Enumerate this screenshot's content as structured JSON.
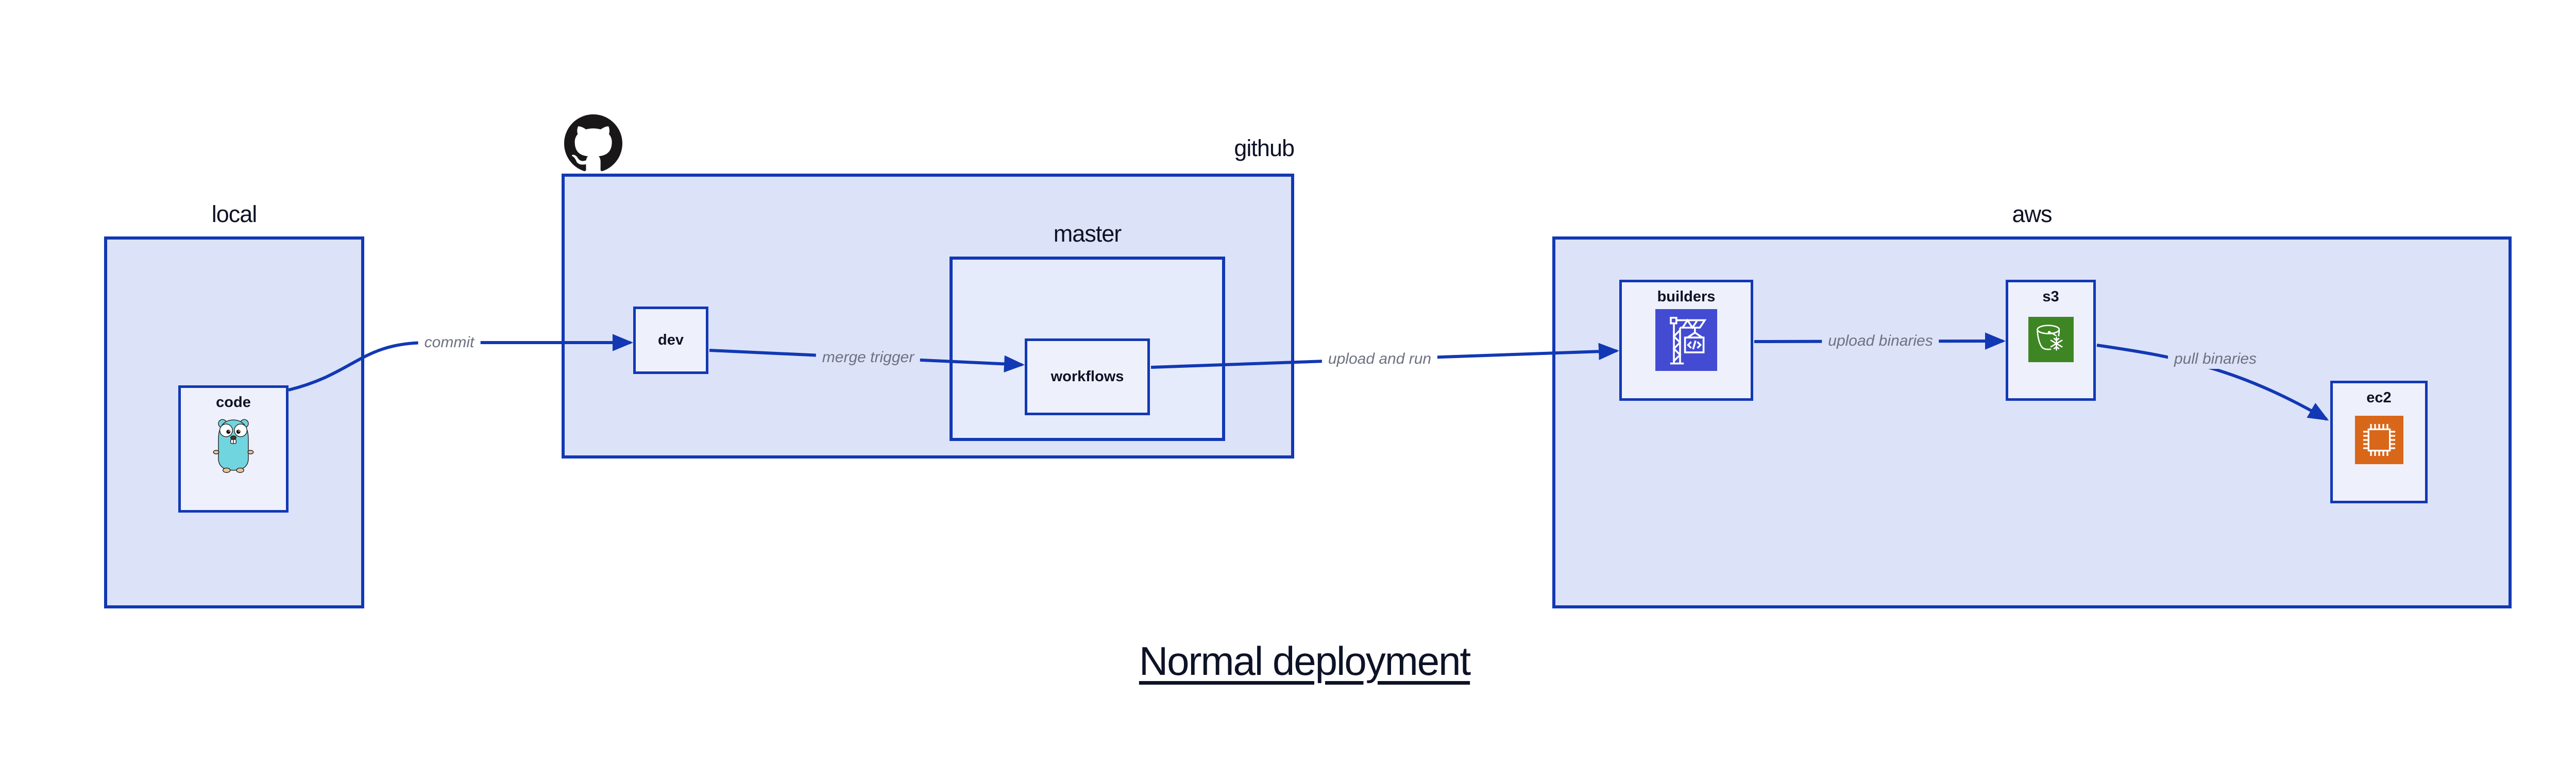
{
  "diagram": {
    "title": "Normal deployment"
  },
  "containers": {
    "local": {
      "label": "local"
    },
    "github": {
      "label": "github"
    },
    "master": {
      "label": "master"
    },
    "aws": {
      "label": "aws"
    }
  },
  "nodes": {
    "code": {
      "label": "code",
      "icon": "go-gopher-icon"
    },
    "dev": {
      "label": "dev"
    },
    "workflows": {
      "label": "workflows"
    },
    "builders": {
      "label": "builders",
      "icon": "aws-codebuild-icon"
    },
    "s3": {
      "label": "s3",
      "icon": "aws-s3-glacier-bucket-icon"
    },
    "ec2": {
      "label": "ec2",
      "icon": "aws-ec2-chip-icon"
    }
  },
  "edges": [
    {
      "from": "code",
      "to": "dev",
      "label": "commit"
    },
    {
      "from": "dev",
      "to": "workflows",
      "label": "merge trigger"
    },
    {
      "from": "workflows",
      "to": "builders",
      "label": "upload and run"
    },
    {
      "from": "builders",
      "to": "s3",
      "label": "upload binaries"
    },
    {
      "from": "s3",
      "to": "ec2",
      "label": "pull binaries"
    }
  ],
  "icons": {
    "github_logo": "github-octocat-icon"
  },
  "colors": {
    "container_fill": "#dce3f8",
    "master_fill": "#e6ebfb",
    "node_fill": "#eef1fc",
    "stroke_blue": "#1238b4",
    "edge_label_gray": "#6d7181",
    "text_dark": "#0d1226",
    "codebuild_purple": "#434bd3",
    "s3_green": "#3e8624",
    "ec2_orange": "#d9671a",
    "octocat_black": "#191717",
    "gopher_teal": "#70d5de"
  }
}
